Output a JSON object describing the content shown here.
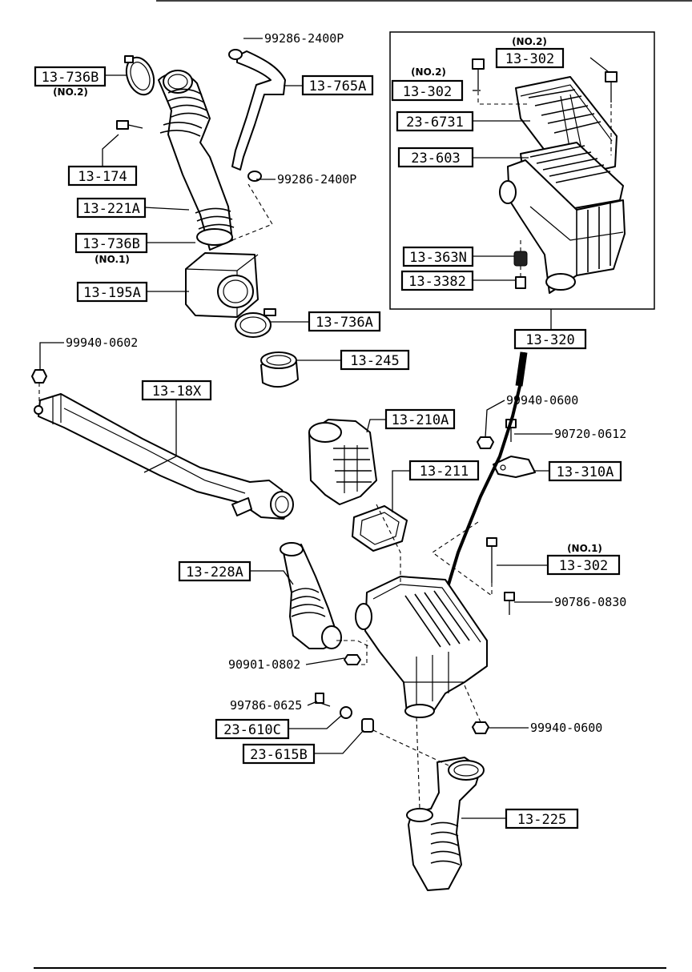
{
  "callouts": {
    "c_13_736B_top": "13-736B",
    "n_no2_a": "(NO.2)",
    "c_13_174": "13-174",
    "c_13_221A": "13-221A",
    "c_13_736B_mid": "13-736B",
    "n_no1_a": "(NO.1)",
    "c_13_195A": "13-195A",
    "c_13_736A": "13-736A",
    "c_13_765A": "13-765A",
    "p_99286_a": "99286-2400P",
    "p_99286_b": "99286-2400P",
    "c_13_245": "13-245",
    "p_99940_0602": "99940-0602",
    "c_13_18X": "13-18X",
    "n_no2_b": "(NO.2)",
    "c_13_302_b": "13-302",
    "n_no2_c": "(NO.2)",
    "c_13_302_a": "13-302",
    "c_23_6731": "23-6731",
    "c_23_603": "23-603",
    "c_13_363N": "13-363N",
    "c_13_3382": "13-3382",
    "c_13_320": "13-320",
    "p_99940_0600_a": "99940-0600",
    "p_90720_0612": "90720-0612",
    "c_13_310A": "13-310A",
    "c_13_210A": "13-210A",
    "c_13_211": "13-211",
    "n_no1_b": "(NO.1)",
    "c_13_302_c": "13-302",
    "p_90786_0830": "90786-0830",
    "c_13_228A": "13-228A",
    "p_90901_0802": "90901-0802",
    "p_99786_0625": "99786-0625",
    "c_23_610C": "23-610C",
    "c_23_615B": "23-615B",
    "p_99940_0600_b": "99940-0600",
    "c_13_225": "13-225"
  }
}
